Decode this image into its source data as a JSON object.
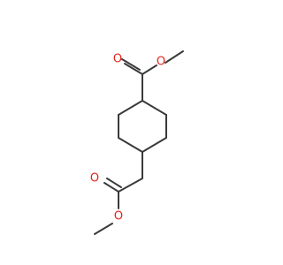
{
  "molecule": {
    "atom_labels": {
      "o_carbonyl_top": "O",
      "o_ester_top": "O",
      "o_carbonyl_bottom": "O",
      "o_ester_bottom": "O"
    },
    "colors": {
      "bond": "#3a3a3a",
      "oxygen": "#e8231a",
      "background": "#ffffff"
    }
  }
}
